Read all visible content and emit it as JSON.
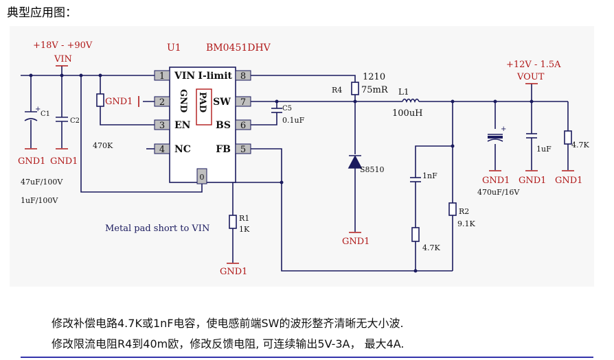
{
  "heading": "典型应用图：",
  "notes": [
    "修改补偿电路4.7K或1nF电容，使电感前端SW的波形整齐清晰无大小波.",
    "修改限流电阻R4到40m欧，修改反馈电阻, 可连续输出5V-3A，  最大4A."
  ],
  "colors": {
    "wire": "#1a1a5e",
    "label_red": "#b01818",
    "text": "#111111",
    "pin_fill": "#bfbfbf",
    "panel": "#f7f7f7"
  },
  "schematic": {
    "input_range": "+18V - +90V",
    "input_net": "VIN",
    "ic_ref": "U1",
    "ic_part": "BM0451DHV",
    "ic_center_label": "GND",
    "ic_pad_label": "PAD",
    "pins_left": [
      {
        "num": "1",
        "name": "VIN"
      },
      {
        "num": "2",
        "name": ""
      },
      {
        "num": "3",
        "name": "EN"
      },
      {
        "num": "4",
        "name": "NC"
      }
    ],
    "pins_right": [
      {
        "num": "8",
        "name": "I-limit"
      },
      {
        "num": "7",
        "name": "SW"
      },
      {
        "num": "6",
        "name": "BS"
      },
      {
        "num": "5",
        "name": "FB"
      }
    ],
    "pad_pin": "0",
    "gnd_label": "GND1",
    "c1_ref": "C1",
    "c2_ref": "C2",
    "c1_value": "47uF/100V",
    "c2_value": "1uF/100V",
    "en_resistor_value": "470K",
    "pad_note": "Metal pad short to VIN",
    "r1_ref": "R1",
    "r1_value": "1K",
    "r4_package": "1210",
    "r4_ref": "R4",
    "r4_value": "75mR",
    "c5_ref": "C5",
    "c5_value": "0.1uF",
    "l1_ref": "L1",
    "l1_value": "100uH",
    "diode_ref": "S8510",
    "comp_cap_value": "1nF",
    "comp_res_value": "4.7K",
    "r2_ref": "R2",
    "r2_value": "9.1K",
    "output_range": "+12V - 1.5A",
    "output_net": "VOUT",
    "out_cap1_value": "470uF/16V",
    "out_cap2_value": "1uF",
    "out_res_value": "4.7K"
  }
}
